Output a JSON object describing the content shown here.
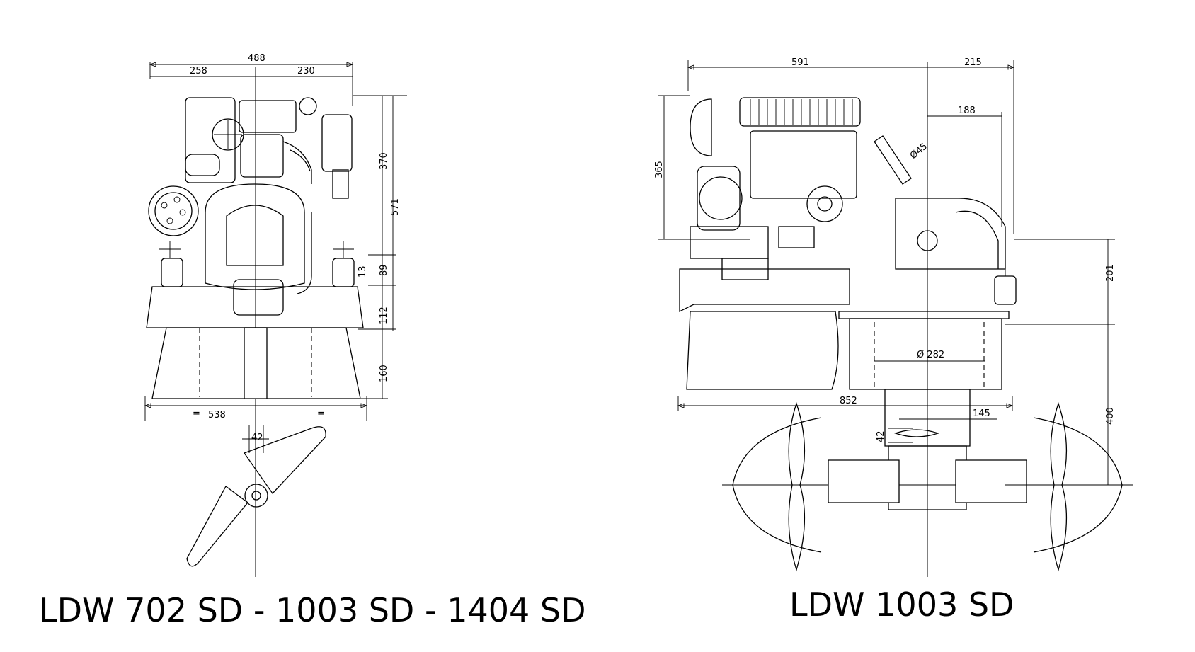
{
  "left_view": {
    "title": "LDW 702 SD - 1003 SD - 1404 SD",
    "dimensions": {
      "overall_width": "488",
      "left_width": "258",
      "right_width": "230",
      "base_width": "538",
      "equal_mark": "=",
      "prop_offset": "42",
      "height_upper": "370",
      "height_total": "571",
      "height_mount": "89",
      "height_small": "13",
      "height_lower": "112",
      "height_base": "160"
    }
  },
  "right_view": {
    "title": "LDW 1003 SD",
    "dimensions": {
      "engine_length": "591",
      "drive_length": "215",
      "drive_inner": "188",
      "exhaust_dia": "Ø45",
      "engine_height": "365",
      "drive_height": "201",
      "leg_dia": "Ø 282",
      "base_length": "852",
      "prop_half": "145",
      "prop_offset": "42",
      "prop_depth": "400"
    }
  }
}
